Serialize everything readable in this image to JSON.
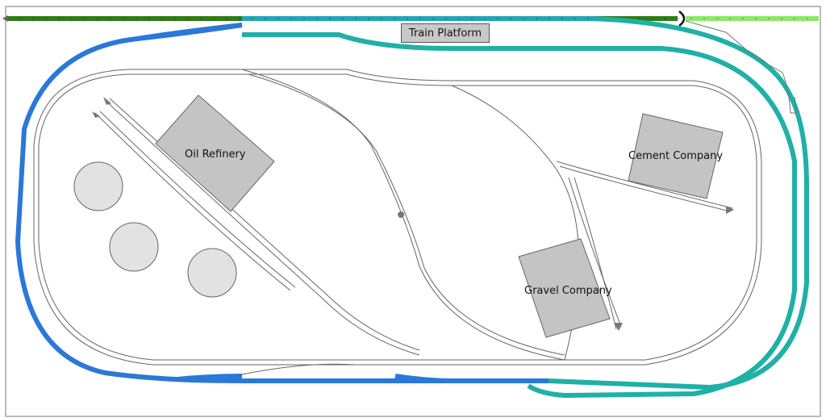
{
  "labels": {
    "train_platform": "Train Platform",
    "oil_refinery": "Oil Refinery",
    "cement_company": "Cement Company",
    "gravel_company": "Gravel Company"
  },
  "colors": {
    "dark_green": "#3a8a1c",
    "light_green": "#8ee86a",
    "teal": "#1fa8a8",
    "blue": "#2a78d8",
    "track_outline": "#666666",
    "building": "#c4c4c4",
    "tank": "#e2e2e2"
  }
}
